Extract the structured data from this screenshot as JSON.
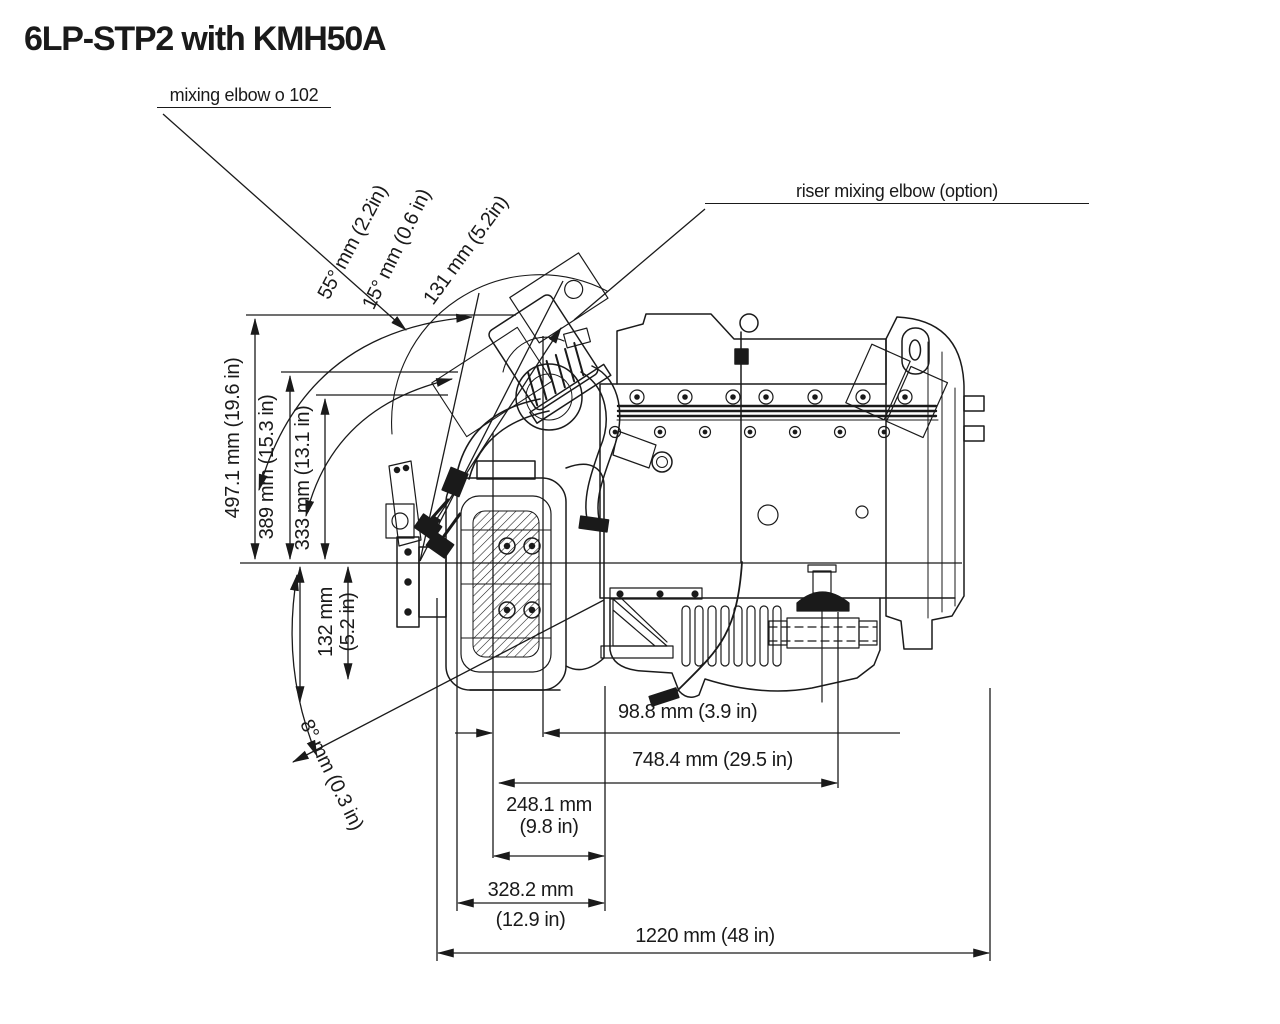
{
  "title": "6LP-STP2 with KMH50A",
  "callouts": {
    "mixing_elbow": "mixing elbow o 102",
    "riser_mixing_elbow": "riser mixing elbow (option)"
  },
  "dimensions": {
    "angle_55": "55° mm (2.2in)",
    "angle_15": "15° mm (0.6 in)",
    "length_131": "131 mm (5.2in)",
    "height_497": "497.1 mm (19.6 in)",
    "height_389": "389 mm (15.3 in)",
    "height_333": "333 mm (13.1 in)",
    "height_132_line1": "132 mm",
    "height_132_line2": "(5.2 in)",
    "angle_8": "8° mm (0.3 in)",
    "length_98": "98.8 mm (3.9 in)",
    "length_748": "748.4 mm (29.5 in)",
    "length_248_line1": "248.1 mm",
    "length_248_line2": "(9.8 in)",
    "length_328_line1": "328.2 mm",
    "length_328_line2": "(12.9 in)",
    "length_1220": "1220 mm (48 in)"
  },
  "colors": {
    "line": "#1a1a1a",
    "background": "#ffffff"
  }
}
